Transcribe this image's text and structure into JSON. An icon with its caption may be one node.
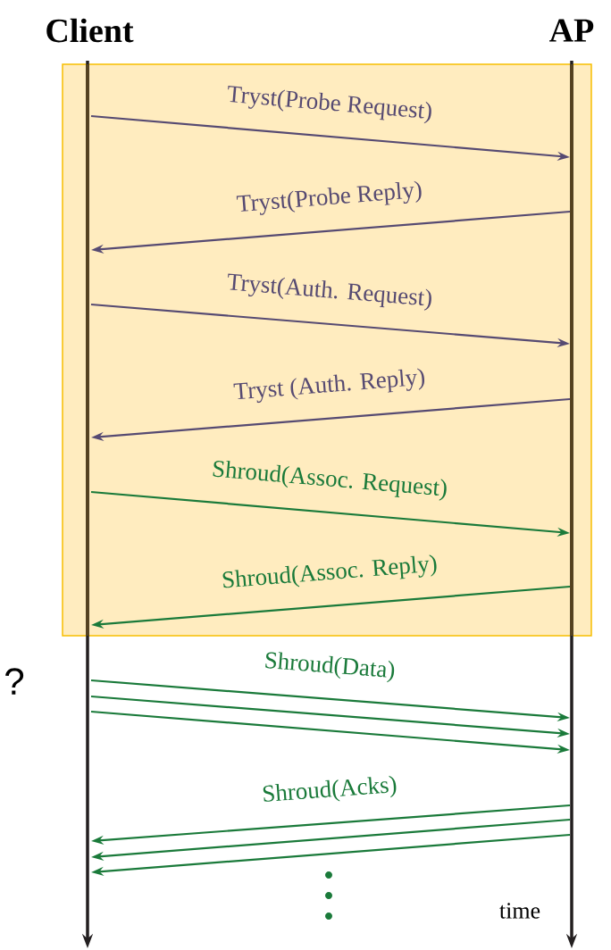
{
  "diagram": {
    "nodes": [
      {
        "text": [
          "Client"
        ]
      },
      {
        "text": [
          "AP"
        ]
      }
    ],
    "edges": [
      {
        "from": 0,
        "to": 1,
        "arrow": "to",
        "label": "Tryst(Probe Request)",
        "color": "#564a72"
      },
      {
        "from": 1,
        "to": 0,
        "arrow": "to",
        "label": "Tryst(Probe Reply)",
        "color": "#564a72"
      },
      {
        "from": 0,
        "to": 1,
        "arrow": "to",
        "label": "Tryst(Auth. Request)",
        "color": "#564a72"
      },
      {
        "from": 1,
        "to": 0,
        "arrow": "to",
        "label": "Tryst (Auth. Reply)",
        "color": "#564a72"
      },
      {
        "from": 0,
        "to": 1,
        "arrow": "to",
        "label": "Shroud(Assoc. Request)"
      },
      {
        "from": 1,
        "to": 0,
        "arrow": "to",
        "label": "Shroud(Assoc. Reply)"
      },
      {
        "from": 0,
        "to": 1,
        "arrow": "to",
        "label": "Shroud(Data)"
      },
      {
        "from": 0,
        "to": 1,
        "arrow": "to"
      },
      {
        "from": 0,
        "to": 1,
        "arrow": "to"
      },
      {
        "from": 1,
        "to": 0,
        "arrow": "to",
        "label": "Shroud(Acks)"
      },
      {
        "from": 1,
        "to": 0,
        "arrow": "to"
      },
      {
        "from": 1,
        "to": 0,
        "arrow": "to"
      }
    ],
    "labels": [
      "?",
      "time"
    ]
  }
}
